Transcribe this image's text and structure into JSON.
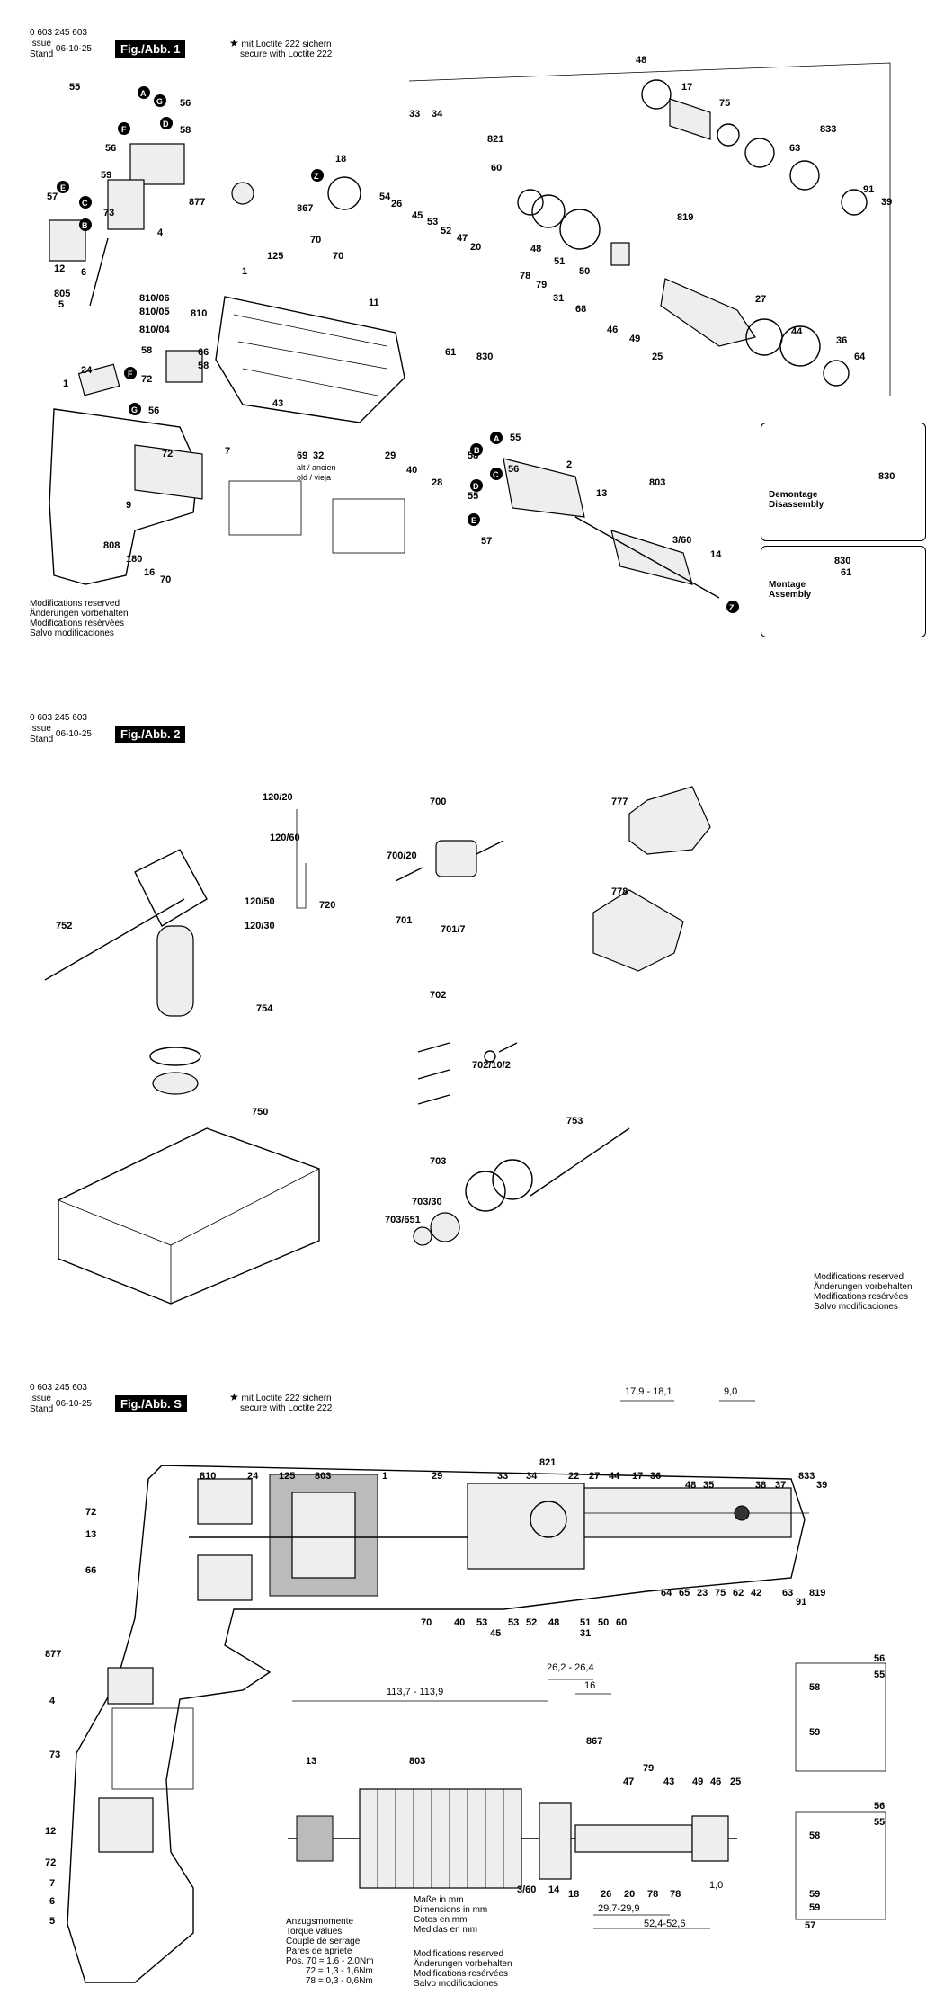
{
  "sheet1": {
    "code": "0 603 245 603",
    "issue_label": "Issue\nStand",
    "issue_date": "06-10-25",
    "fig": "Fig./Abb. 1",
    "loctite_en": "mit Loctite 222 sichern",
    "loctite_de": "secure with Loctite 222",
    "star": "★",
    "mods": [
      "Modifications reserved",
      "Änderungen vorbehalten",
      "Modifications resérvées",
      "Salvo modificaciones"
    ],
    "demontage": "Demontage\nDisassembly",
    "montage": "Montage\nAssembly",
    "alt_label": "alt / ancien\nold / vieja"
  },
  "sheet2": {
    "code": "0 603 245 603",
    "issue_label": "Issue\nStand",
    "issue_date": "06-10-25",
    "fig": "Fig./Abb. 2",
    "mods": [
      "Modifications reserved",
      "Änderungen vorbehalten",
      "Modifications resérvées",
      "Salvo modificaciones"
    ]
  },
  "sheet3": {
    "code": "0 603 245 603",
    "issue_label": "Issue\nStand",
    "issue_date": "06-10-25",
    "fig": "Fig./Abb. S",
    "loctite_en": "mit Loctite 222 sichern",
    "loctite_de": "secure with Loctite 222",
    "torque": [
      "Anzugsmomente",
      "Torque values",
      "Couple de serrage",
      "Pares de apriete",
      "Pos. 70  =  1,6 - 2,0Nm",
      "72  =  1,3 - 1,6Nm",
      "78  =  0,3 - 0,6Nm"
    ],
    "units": [
      "Maße in mm",
      "Dimensions in mm",
      "Cotes en mm",
      "Medidas en mm"
    ],
    "mods": [
      "Modifications reserved",
      "Änderungen vorbehalten",
      "Modifications resérvées",
      "Salvo modificaciones"
    ],
    "dims": [
      "17,9 - 18,1",
      "9,0",
      "113,7 - 113,9",
      "26,2 - 26,4",
      "16",
      "1,0",
      "29,7-29,9",
      "52,4-52,6"
    ]
  }
}
